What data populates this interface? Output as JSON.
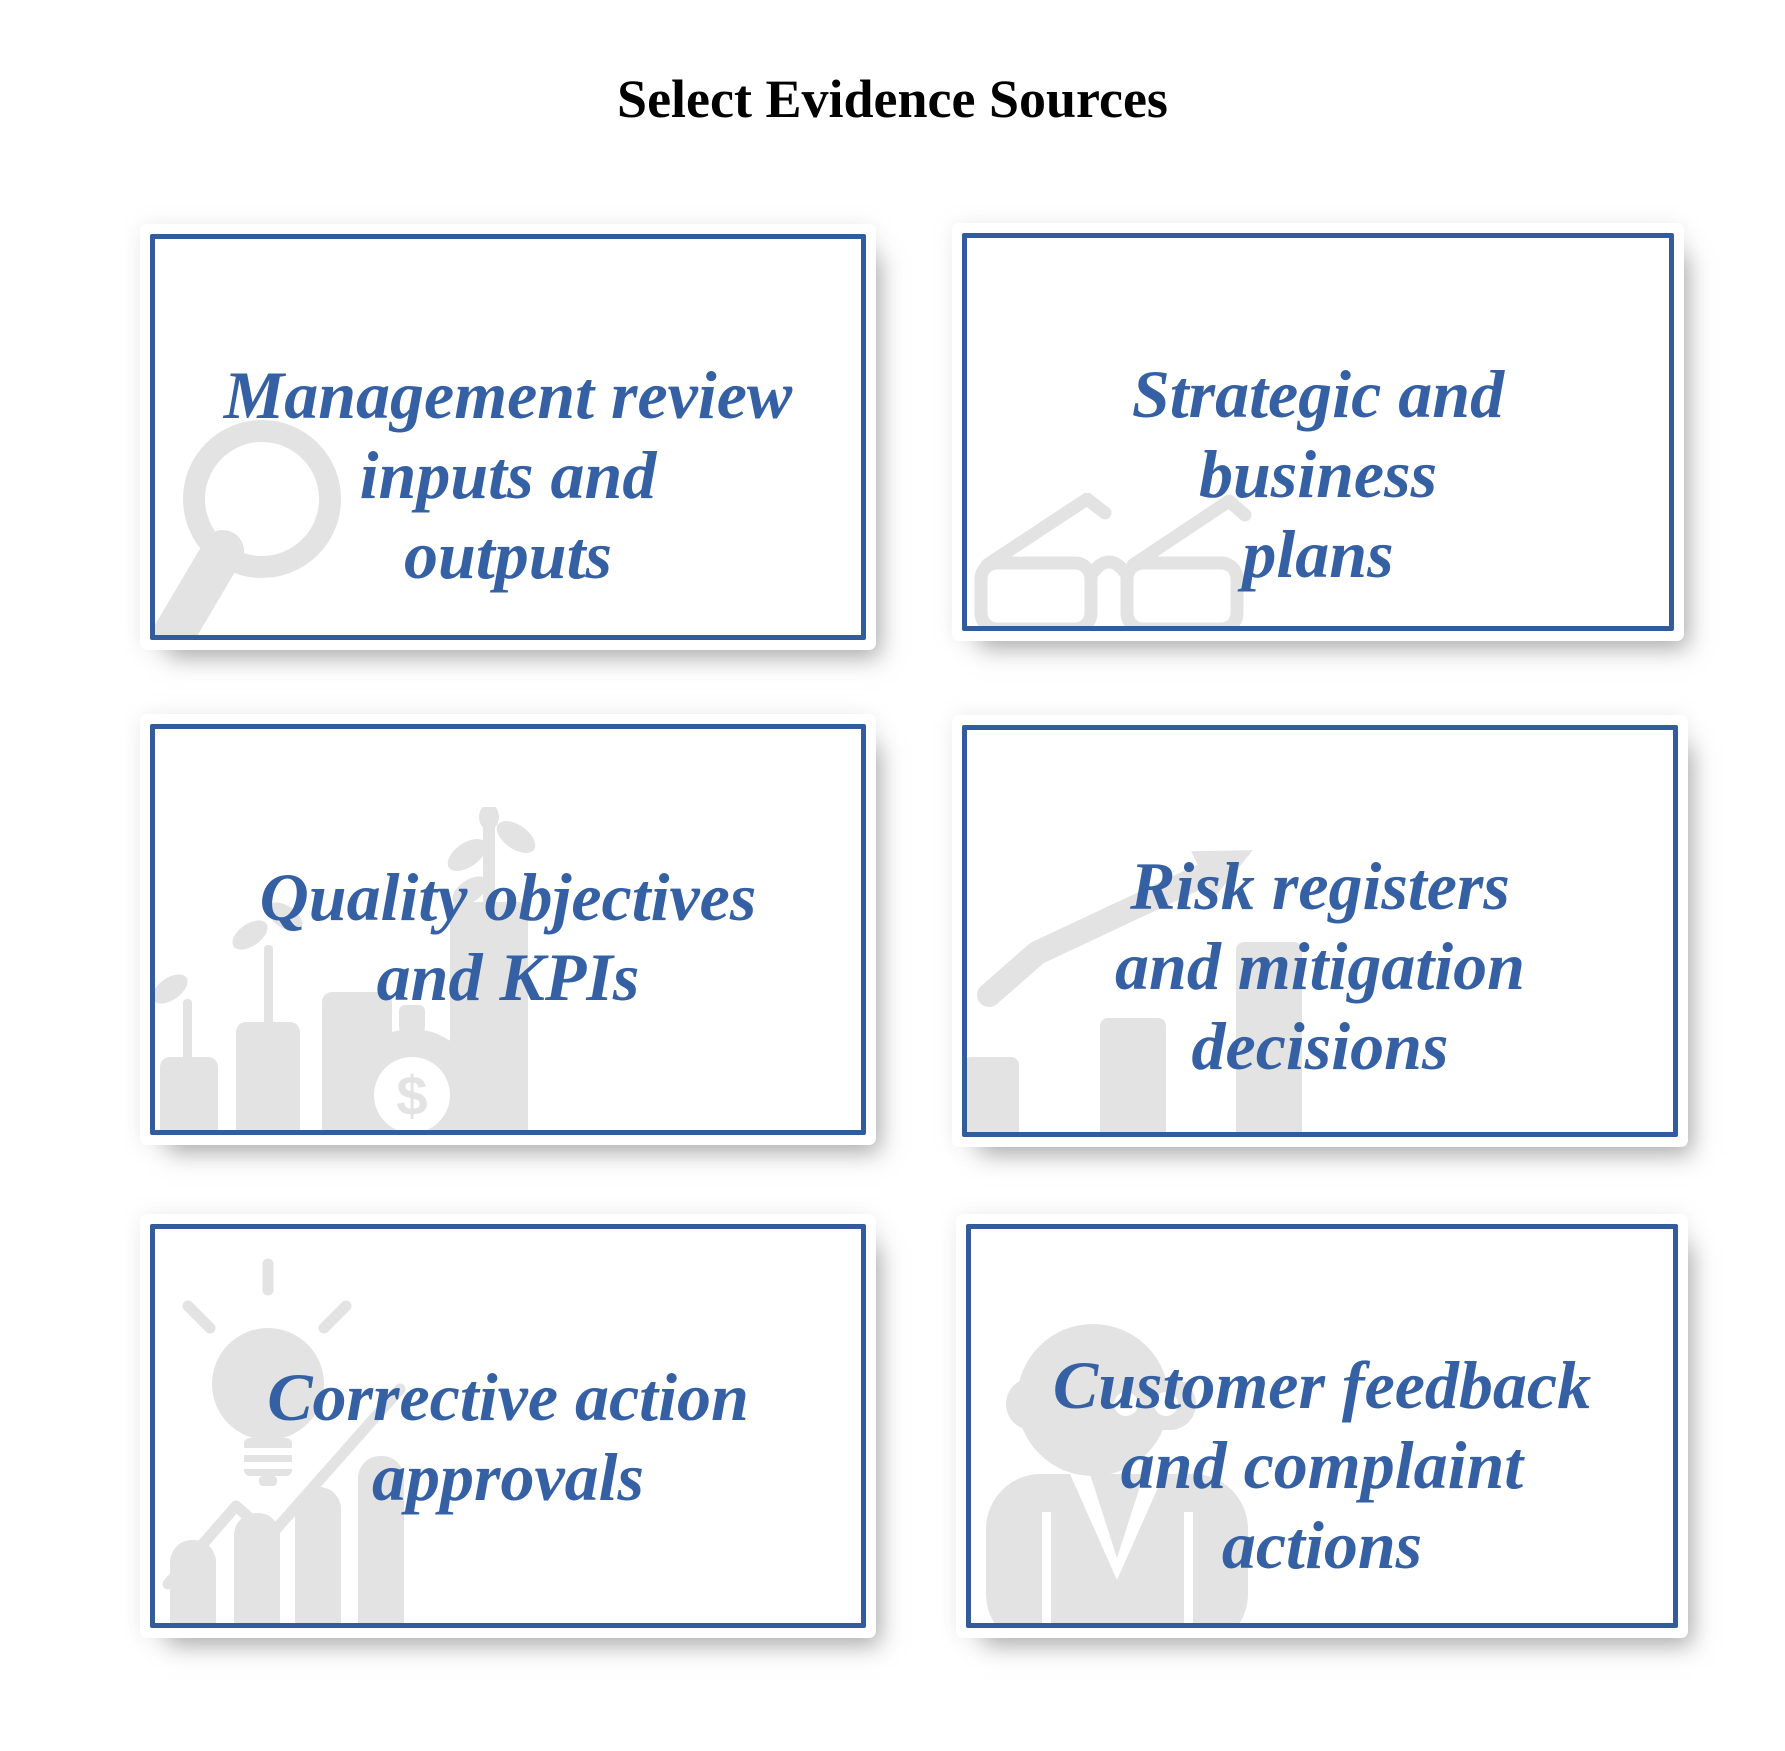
{
  "title": "Select Evidence Sources",
  "colors": {
    "accent_text": "#3561A4",
    "box_border": "#335C9E",
    "icon_gray": "#E3E3E3",
    "title_color": "#000000",
    "background": "#FFFFFF"
  },
  "cards": [
    {
      "name": "management-review",
      "icon": "magnifier-icon",
      "lines": [
        "Management review",
        "inputs and",
        "outputs"
      ]
    },
    {
      "name": "strategic-plans",
      "icon": "eyeglasses-icon",
      "lines": [
        "Strategic and",
        "business",
        "plans"
      ]
    },
    {
      "name": "quality-objectives",
      "icon": "growth-gear-icon",
      "lines": [
        "Quality objectives",
        "and KPIs"
      ]
    },
    {
      "name": "risk-registers",
      "icon": "trend-arrow-icon",
      "lines": [
        "Risk registers",
        "and mitigation",
        "decisions"
      ]
    },
    {
      "name": "corrective-action",
      "icon": "bulb-chart-icon",
      "lines": [
        "Corrective action",
        "approvals"
      ]
    },
    {
      "name": "customer-feedback",
      "icon": "person-icon",
      "lines": [
        "Customer feedback",
        "and complaint",
        "actions"
      ]
    }
  ]
}
